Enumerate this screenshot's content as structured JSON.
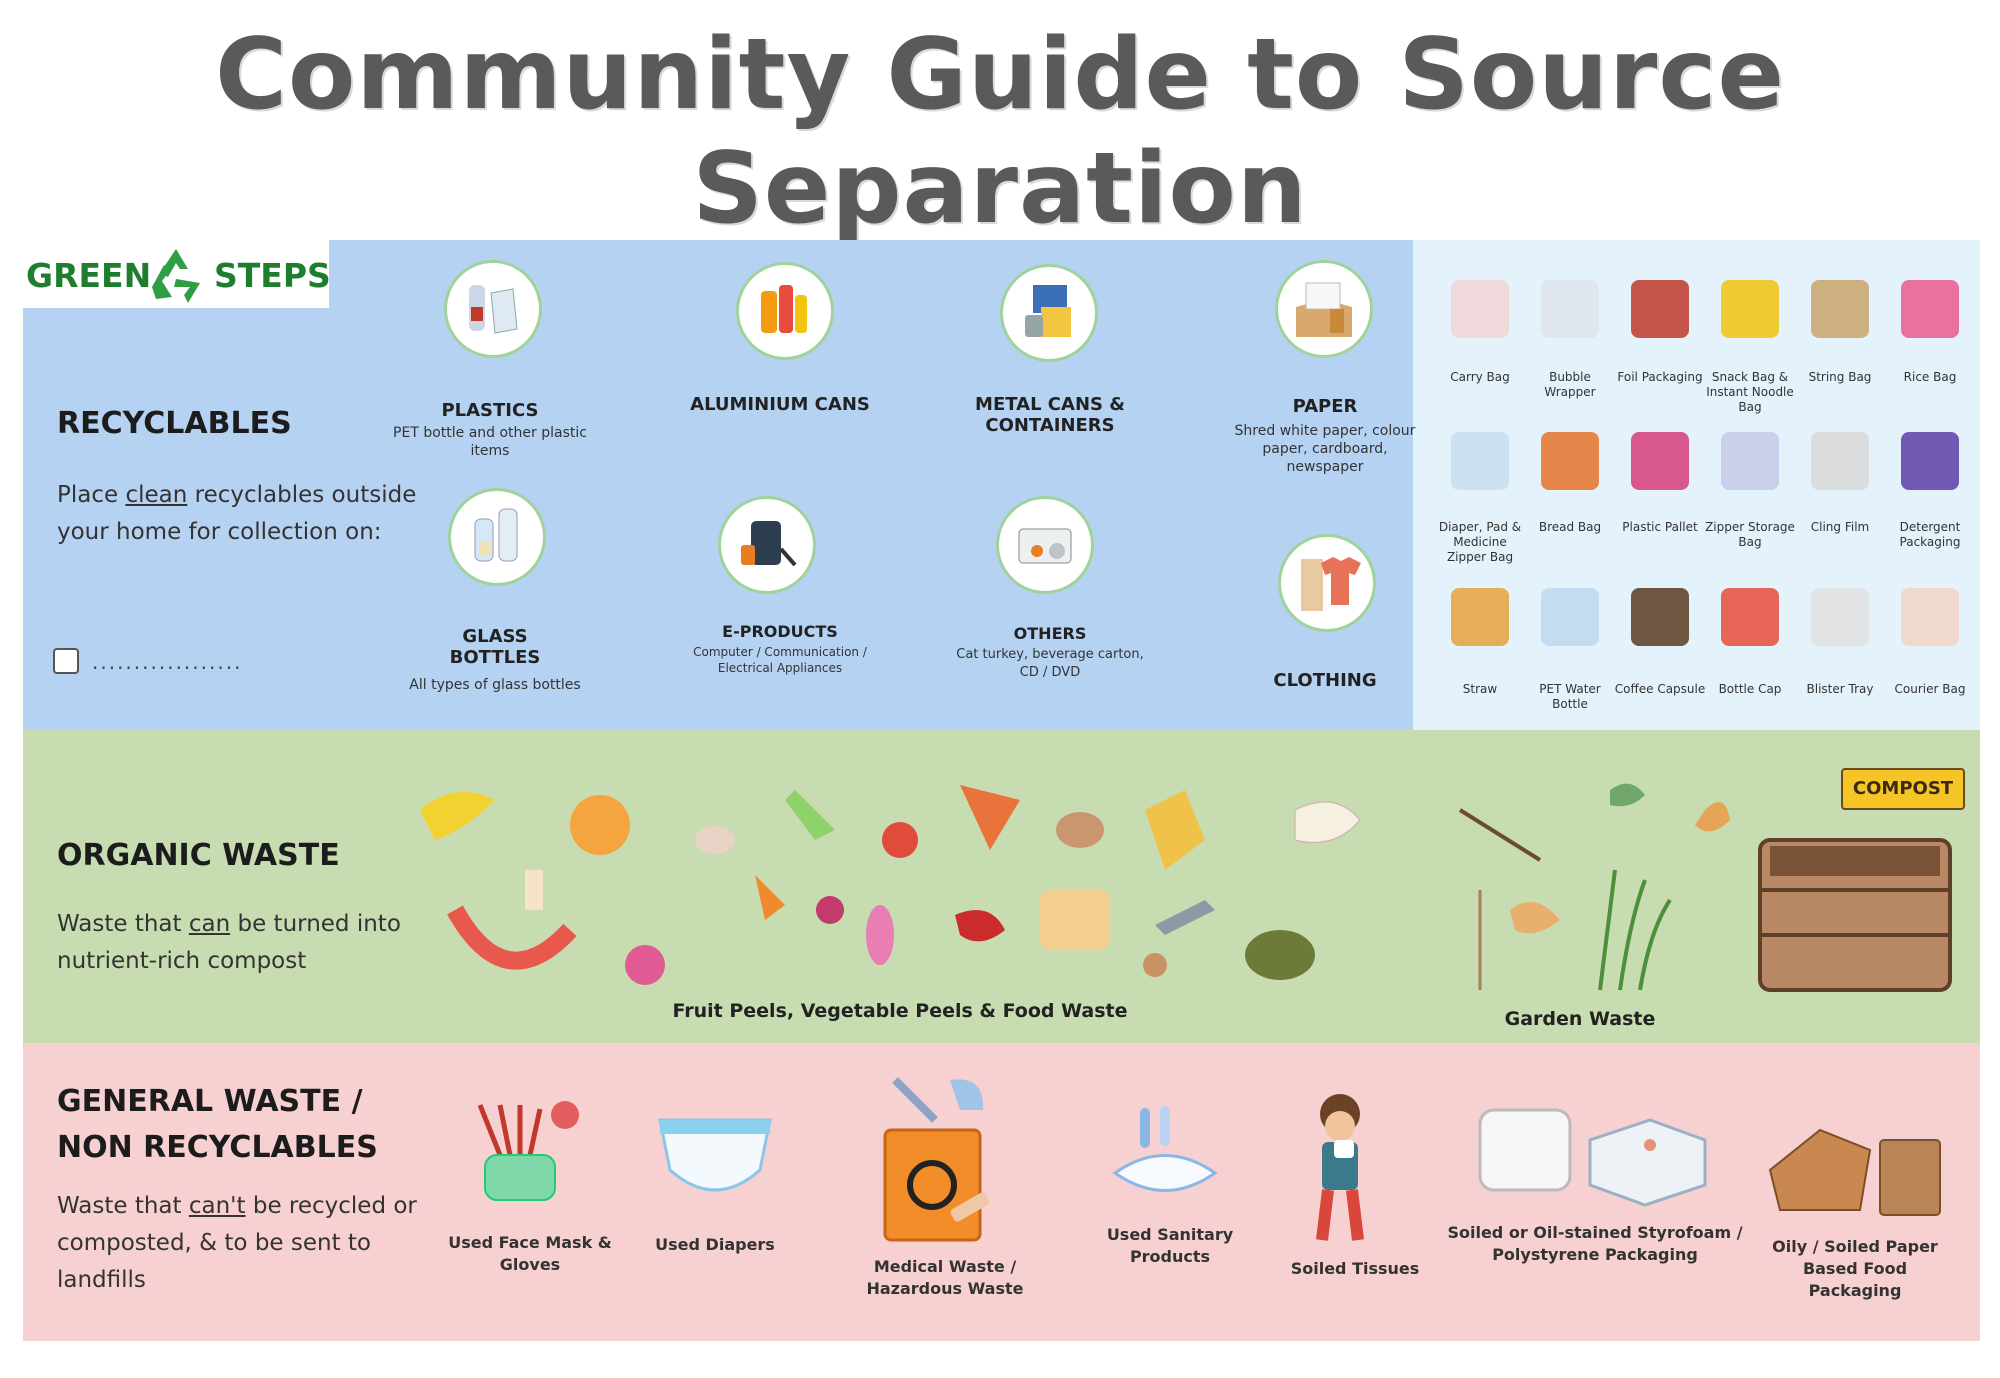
{
  "title": "Community Guide to Source Separation",
  "logo": {
    "text_left": "GREEN",
    "text_right": "STEPS",
    "icon": "recycle-icon"
  },
  "recyclables": {
    "title": "RECYCLABLES",
    "desc_pre": "Place ",
    "desc_emph": "clean",
    "desc_post": " recyclables outside your home for collection on:",
    "date_line": "..................",
    "items": [
      {
        "label": "PLASTICS",
        "sub": "PET bottle and other plastic items",
        "icon": "plastic-bottles-icon"
      },
      {
        "label": "ALUMINIUM CANS",
        "sub": "",
        "icon": "aluminium-cans-icon"
      },
      {
        "label": "METAL CANS & CONTAINERS",
        "sub": "",
        "icon": "metal-cans-icon"
      },
      {
        "label": "PAPER",
        "sub": "Shred white paper, colour paper, cardboard, newspaper",
        "icon": "paper-box-icon"
      },
      {
        "label": "GLASS BOTTLES",
        "sub": "All types of glass bottles",
        "icon": "glass-bottles-icon"
      },
      {
        "label": "E-PRODUCTS",
        "sub": "Computer / Communication / Electrical Appliances",
        "icon": "e-products-icon"
      },
      {
        "label": "OTHERS",
        "sub": "Cat turkey, beverage carton, CD / DVD",
        "icon": "others-icon"
      },
      {
        "label": "CLOTHING",
        "sub": "",
        "icon": "clothing-icon"
      }
    ],
    "plastic_types": [
      {
        "label": "Carry Bag"
      },
      {
        "label": "Bubble Wrapper"
      },
      {
        "label": "Foil Packaging"
      },
      {
        "label": "Snack Bag & Instant Noodle Bag"
      },
      {
        "label": "String Bag"
      },
      {
        "label": "Rice Bag"
      },
      {
        "label": "Diaper, Pad & Medicine Zipper Bag"
      },
      {
        "label": "Bread Bag"
      },
      {
        "label": "Plastic Pallet"
      },
      {
        "label": "Zipper Storage Bag"
      },
      {
        "label": "Cling Film"
      },
      {
        "label": "Detergent Packaging"
      },
      {
        "label": "Straw"
      },
      {
        "label": "PET Water Bottle"
      },
      {
        "label": "Coffee Capsule"
      },
      {
        "label": "Bottle Cap"
      },
      {
        "label": "Blister Tray"
      },
      {
        "label": "Courier Bag"
      }
    ],
    "colors": {
      "band": "#b5d2f3",
      "panel": "#e4f2fb",
      "ring": "#9fd39b"
    }
  },
  "organic": {
    "title": "ORGANIC WASTE",
    "desc_pre": "Waste that ",
    "desc_emph": "can",
    "desc_post": " be turned into nutrient-rich compost",
    "food_caption": "Fruit Peels, Vegetable Peels & Food Waste",
    "garden_caption": "Garden Waste",
    "compost_sign": "COMPOST",
    "color": "#c8dcb1"
  },
  "general": {
    "title_line1": "GENERAL WASTE /",
    "title_line2": "NON RECYCLABLES",
    "desc_pre": "Waste that ",
    "desc_emph": "can't",
    "desc_post": " be recycled or composted, & to be sent to landfills",
    "items": [
      {
        "label": "Used Face Mask & Gloves",
        "icon": "face-mask-icon"
      },
      {
        "label": "Used Diapers",
        "icon": "diaper-icon"
      },
      {
        "label": "Medical Waste / Hazardous Waste",
        "icon": "biohazard-bin-icon"
      },
      {
        "label": "Used Sanitary Products",
        "icon": "sanitary-pad-icon"
      },
      {
        "label": "Soiled Tissues",
        "icon": "tissue-person-icon"
      },
      {
        "label": "Soiled or Oil-stained Styrofoam / Polystyrene Packaging",
        "icon": "styrofoam-icon"
      },
      {
        "label": "Oily / Soiled Paper Based Food Packaging",
        "icon": "paper-food-box-icon"
      }
    ],
    "color": "#f7d0d1"
  }
}
